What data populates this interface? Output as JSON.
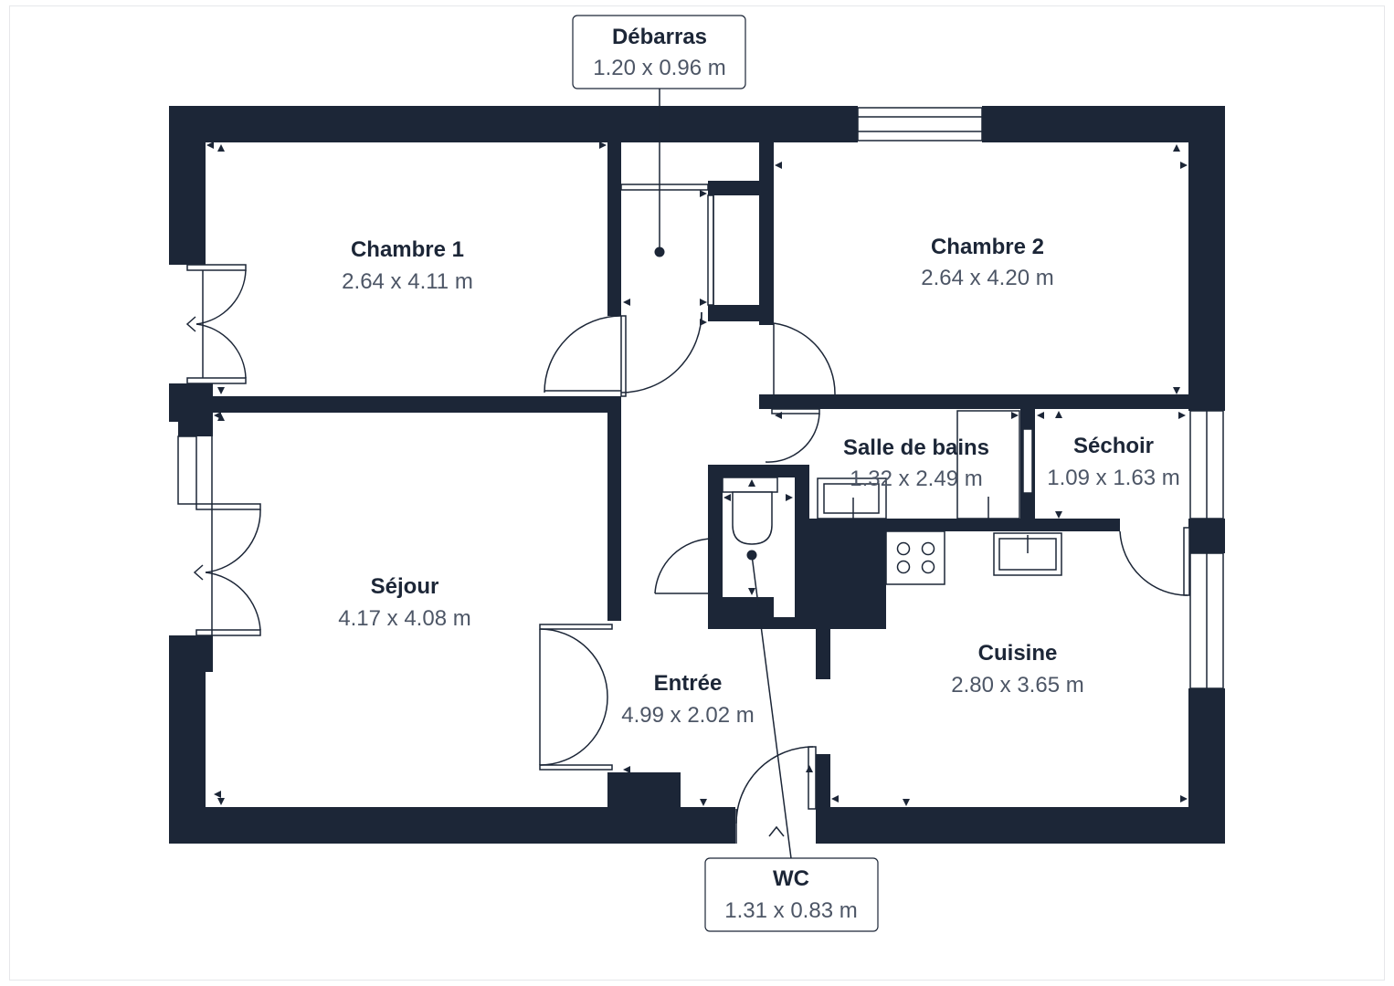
{
  "rooms": [
    {
      "id": "chambre-1",
      "name": "Chambre 1",
      "size": "2.64 x 4.11 m"
    },
    {
      "id": "chambre-2",
      "name": "Chambre 2",
      "size": "2.64 x 4.20 m"
    },
    {
      "id": "salle-de-bains",
      "name": "Salle de bains",
      "size": "1.32 x 2.49 m"
    },
    {
      "id": "sechoir",
      "name": "Séchoir",
      "size": "1.09 x 1.63 m"
    },
    {
      "id": "sejour",
      "name": "Séjour",
      "size": "4.17 x 4.08 m"
    },
    {
      "id": "entree",
      "name": "Entrée",
      "size": "4.99 x 2.02 m"
    },
    {
      "id": "cuisine",
      "name": "Cuisine",
      "size": "2.80 x 3.65 m"
    }
  ],
  "callouts": [
    {
      "id": "debarras",
      "name": "Débarras",
      "size": "1.20 x 0.96 m"
    },
    {
      "id": "wc",
      "name": "WC",
      "size": "1.31 x 0.83 m"
    }
  ],
  "colors": {
    "wall": "#1c2637",
    "room_name": "#1c2637",
    "room_size": "#4d5666"
  }
}
